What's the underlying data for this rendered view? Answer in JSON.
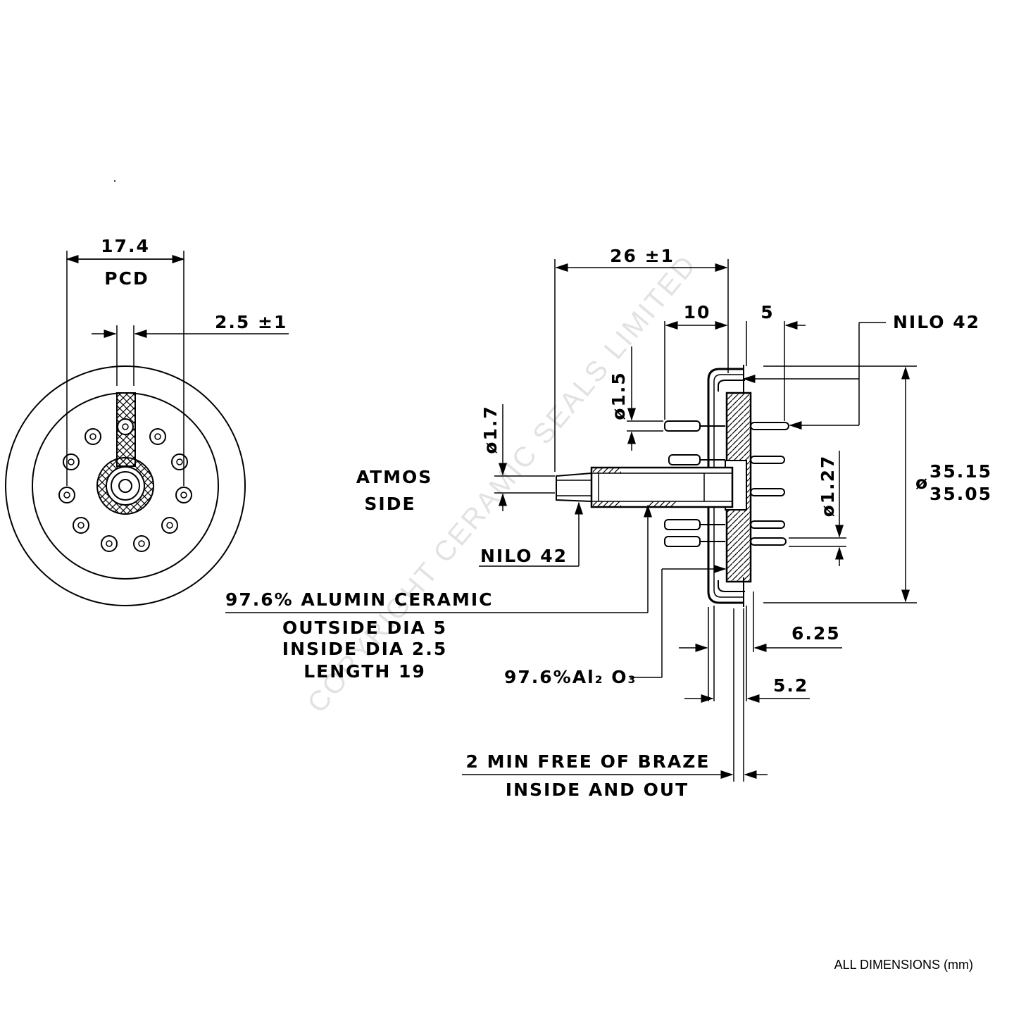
{
  "front_view": {
    "pcd_dimension": "17.4",
    "pcd_label": "PCD",
    "pin_offset": "2.5 ±1"
  },
  "side_view": {
    "overall_length": "26 ±1",
    "dim_10": "10",
    "dim_5": "5",
    "pin_dia_1_5": "ø1.5",
    "pin_dia_1_7": "ø1.7",
    "pin_dia_1_27": "ø1.27",
    "flange_dia_symbol": "ø",
    "flange_dia_max": "35.15",
    "flange_dia_min": "35.05",
    "dim_6_25": "6.25",
    "dim_5_2": "5.2"
  },
  "labels": {
    "atmos_line1": "ATMOS",
    "atmos_line2": "SIDE",
    "nilo_top": "NILO 42",
    "nilo_bottom": "NILO 42",
    "ceramic_title": "97.6% ALUMIN CERAMIC",
    "ceramic_od": "OUTSIDE DIA 5",
    "ceramic_id": "INSIDE DIA 2.5",
    "ceramic_length": "LENGTH 19",
    "alumina": "97.6%Al₂ O₃",
    "braze_line1": "2 MIN FREE OF BRAZE",
    "braze_line2": "INSIDE AND OUT"
  },
  "footer": {
    "units_note": "ALL DIMENSIONS (mm)"
  },
  "watermark": "COPYRIGHT CERAMIC SEALS LIMITED"
}
